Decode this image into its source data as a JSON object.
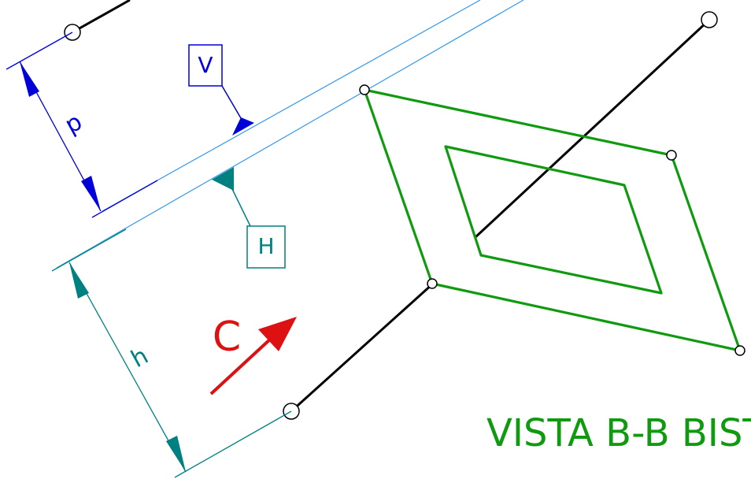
{
  "labels": {
    "v_box": "V",
    "h_box": "H",
    "p_dim": "p",
    "h_dim": "h",
    "c_arrow": "C",
    "view_title": "VISTA B-B BIST."
  },
  "colors": {
    "background": "#ffffff",
    "v_blue": "#0000d8",
    "h_teal": "#008080",
    "plane_line": "#3399ee",
    "shape_green": "#109a10",
    "axis_black": "#000000",
    "arrow_red": "#dd1111"
  }
}
